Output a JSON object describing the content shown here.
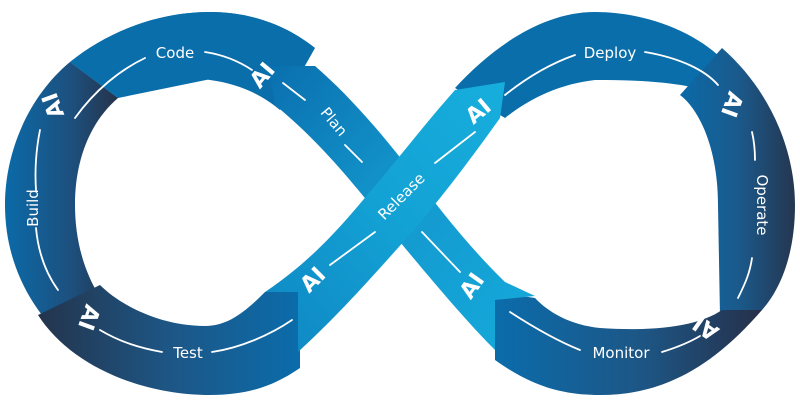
{
  "title": "AI-augmented DevOps infinity loop",
  "colors": {
    "band_mid": "#0a6fad",
    "band_dark": "#26334a",
    "band_light": "#13a9da",
    "text": "#ffffff"
  },
  "stages": [
    {
      "id": "code",
      "label": "Code"
    },
    {
      "id": "plan",
      "label": "Plan"
    },
    {
      "id": "release",
      "label": "Release"
    },
    {
      "id": "deploy",
      "label": "Deploy"
    },
    {
      "id": "operate",
      "label": "Operate"
    },
    {
      "id": "monitor",
      "label": "Monitor"
    },
    {
      "id": "test",
      "label": "Test"
    },
    {
      "id": "build",
      "label": "Build"
    }
  ],
  "ai_marker": "AI"
}
